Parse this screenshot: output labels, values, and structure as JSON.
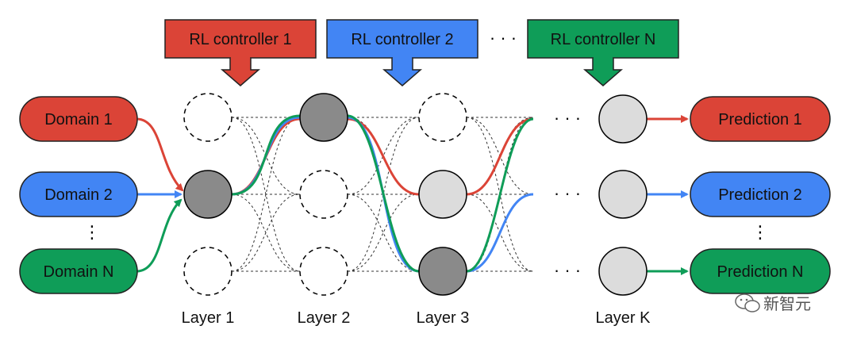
{
  "controllers": [
    {
      "label": "RL controller 1",
      "color": "#db4437"
    },
    {
      "label": "RL controller 2",
      "color": "#4285f4"
    },
    {
      "label": "RL controller N",
      "color": "#0f9d58"
    }
  ],
  "controller_ellipsis": "· · ·",
  "domains": [
    {
      "label": "Domain 1",
      "color": "#db4437"
    },
    {
      "label": "Domain 2",
      "color": "#4285f4"
    },
    {
      "label": "Domain N",
      "color": "#0f9d58"
    }
  ],
  "domain_ellipsis": "⋮",
  "predictions": [
    {
      "label": "Prediction 1",
      "color": "#db4437"
    },
    {
      "label": "Prediction 2",
      "color": "#4285f4"
    },
    {
      "label": "Prediction N",
      "color": "#0f9d58"
    }
  ],
  "prediction_ellipsis": "⋮",
  "layer_labels": [
    "Layer 1",
    "Layer 2",
    "Layer 3",
    "Layer K"
  ],
  "row_ellipsis": "· · ·",
  "watermark": "新智元",
  "colors": {
    "red": "#db4437",
    "blue": "#4285f4",
    "green": "#0f9d58",
    "active_node": "#8a8a8a",
    "inactive_node": "#dcdcdc"
  }
}
